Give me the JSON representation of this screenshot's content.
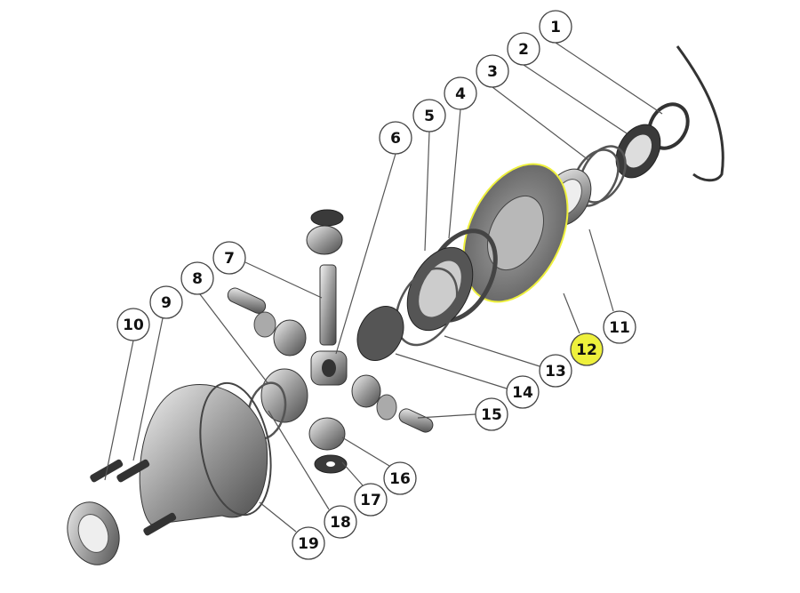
{
  "diagram": {
    "highlight_color": "#eef03c",
    "highlighted": "12",
    "callouts": [
      {
        "label": "1"
      },
      {
        "label": "2"
      },
      {
        "label": "3"
      },
      {
        "label": "4"
      },
      {
        "label": "5"
      },
      {
        "label": "6"
      },
      {
        "label": "7"
      },
      {
        "label": "8"
      },
      {
        "label": "9"
      },
      {
        "label": "10"
      },
      {
        "label": "11"
      },
      {
        "label": "12"
      },
      {
        "label": "13"
      },
      {
        "label": "14"
      },
      {
        "label": "15"
      },
      {
        "label": "16"
      },
      {
        "label": "17"
      },
      {
        "label": "18"
      },
      {
        "label": "19"
      }
    ]
  }
}
